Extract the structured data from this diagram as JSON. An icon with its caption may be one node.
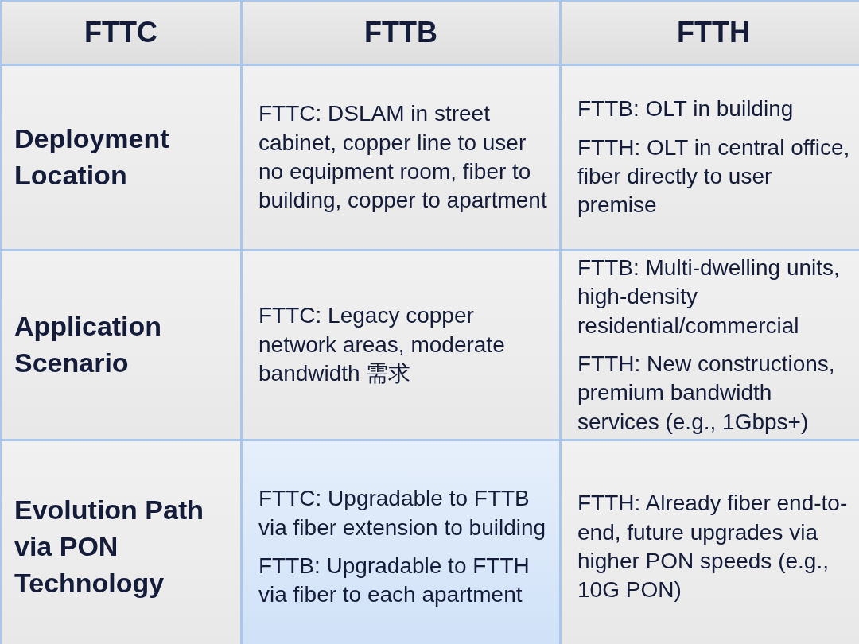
{
  "diagram": {
    "labels": [
      "FTTC",
      "FTTB",
      "FTTH",
      "Deployment Location",
      "FTTC: DSLAM in street cabinet, copper line to user no equipment room, fiber to building, copper to apartment",
      "FTTB: OLT in building",
      "FTTH: OLT in central office, fiber directly to user premise",
      "Application Scenario",
      "FTTC: Legacy copper network areas, moderate bandwidth 需求",
      "FTTB: Multi-dwelling units, high-density residential/commercial",
      "FTTH: New constructions, premium bandwidth services (e.g., 1Gbps+)",
      "Evolution Path via PON Technology",
      "FTTC: Upgradable to FTTB via fiber extension to building",
      "FTTB: Upgradable to FTTH via fiber to each apartment",
      "FTTH: Already fiber end-to-end, future upgrades via higher PON speeds (e.g., 10G PON)"
    ]
  }
}
